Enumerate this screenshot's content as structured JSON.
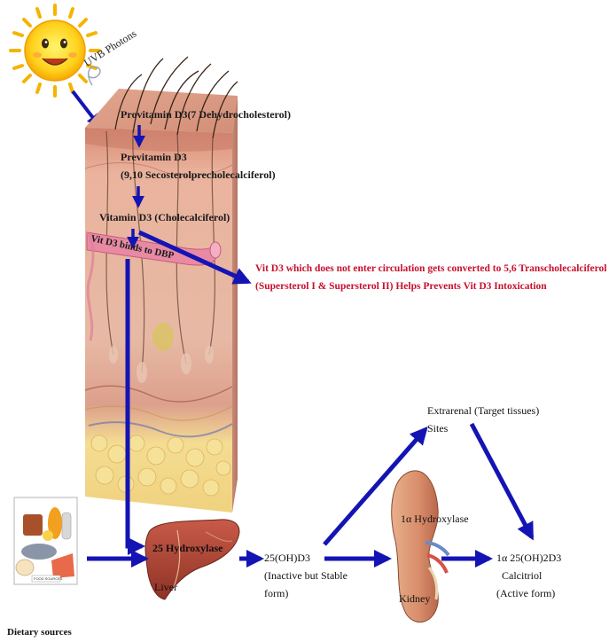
{
  "labels": {
    "uvb": "UVB Photons",
    "provitamin": "Provitamin D3(7 Dehydrocholesterol)",
    "previtamin_1": "Previtamin D3",
    "previtamin_2": "(9,10 Secosterolprecholecalciferol)",
    "vitamin": "Vitamin D3 (Cholecalciferol)",
    "dbp": "Vit D3 binds to DBP",
    "red_1": "Vit D3 which does not enter circulation gets converted to 5,6 Transcholecalciferol",
    "red_2": "(Supersterol I & Supersterol II) Helps Prevents Vit D3 Intoxication",
    "hydroxylase25": "25 Hydroxylase",
    "liver": "Liver",
    "ohd3_1": "25(OH)D3",
    "ohd3_2": "(Inactive but Stable",
    "ohd3_3": "form)",
    "extrarenal_1": "Extrarenal (Target tissues)",
    "extrarenal_2": "Sites",
    "hydroxylase1a": "1α Hydroxylase",
    "kidney": "Kidney",
    "calcitriol_1": "1α 25(OH)2D3",
    "calcitriol_2": "Calcitriol",
    "calcitriol_3": "(Active form)",
    "dietary": "Dietary sources",
    "food_caption": "FOOD SOURCES"
  },
  "colors": {
    "arrow": "#1414b4",
    "red_text": "#c8102e",
    "skin_top": "#e8a48c",
    "skin_dermis": "#e6b8a2",
    "fat": "#f3dc8c",
    "vessel": "#e890a8"
  },
  "icons": [
    "sun-icon",
    "skin-cross-section",
    "liver-icon",
    "kidney-icon",
    "food-sources-icon"
  ]
}
